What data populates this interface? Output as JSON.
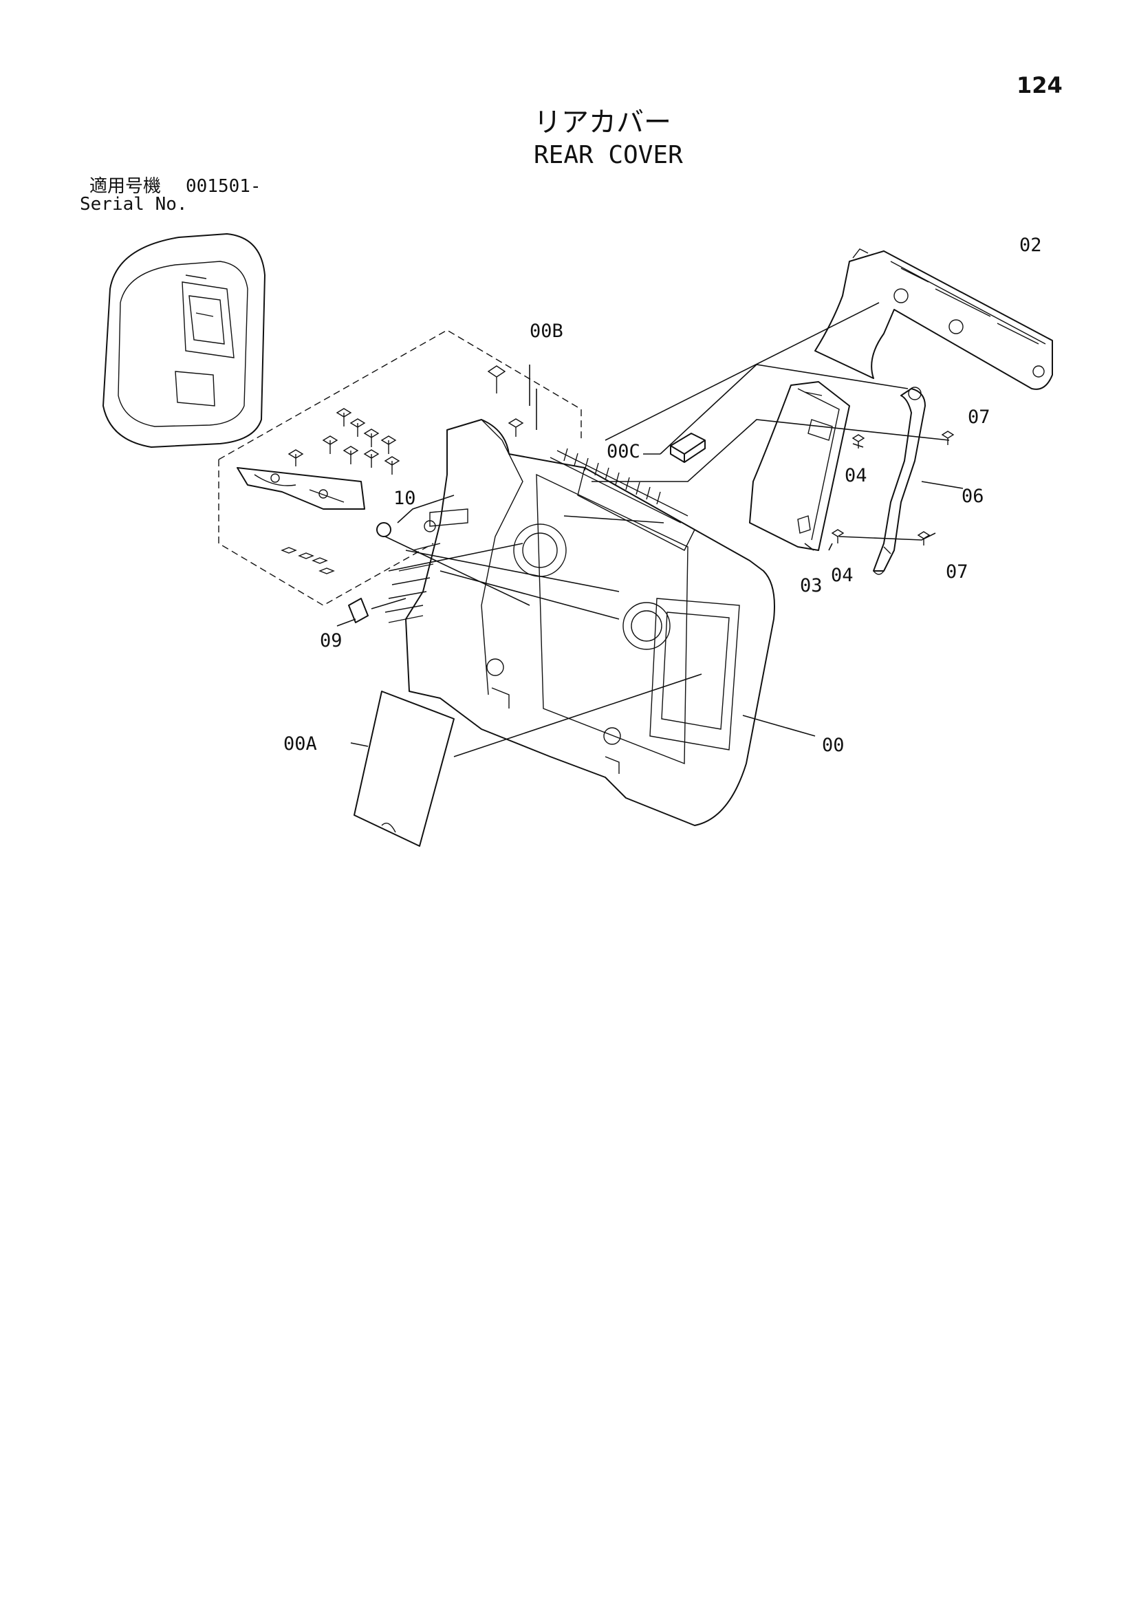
{
  "page_number": "124",
  "title_jp": "リアカバー",
  "title_en": "REAR COVER",
  "serial": {
    "label_jp": "適用号機",
    "label_en": "Serial No.",
    "value": "001501-"
  },
  "callouts": [
    "02",
    "00B",
    "07",
    "00C",
    "04",
    "06",
    "10",
    "03",
    "04",
    "07",
    "09",
    "00A",
    "00"
  ]
}
